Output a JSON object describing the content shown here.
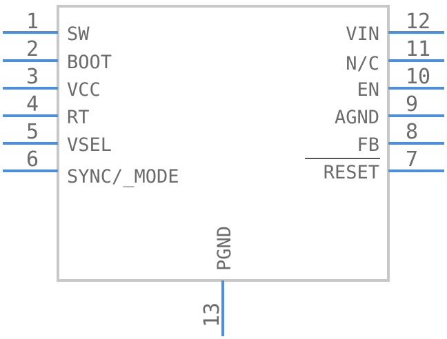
{
  "component": {
    "left_pins": [
      {
        "number": "1",
        "label": "SW"
      },
      {
        "number": "2",
        "label": "BOOT"
      },
      {
        "number": "3",
        "label": "VCC"
      },
      {
        "number": "4",
        "label": "RT"
      },
      {
        "number": "5",
        "label": "VSEL"
      },
      {
        "number": "6",
        "label": "SYNC/_MODE"
      }
    ],
    "right_pins": [
      {
        "number": "12",
        "label": "VIN"
      },
      {
        "number": "11",
        "label": "N/C"
      },
      {
        "number": "10",
        "label": "EN"
      },
      {
        "number": "9",
        "label": "AGND"
      },
      {
        "number": "8",
        "label": "FB"
      },
      {
        "number": "7",
        "label": "RESET",
        "overbar": true
      }
    ],
    "bottom_pins": [
      {
        "number": "13",
        "label": "PGND"
      }
    ],
    "colors": {
      "pin_line": "#4a8fe0",
      "body_outline": "#c8c8c8",
      "text": "#6b6b6b"
    }
  }
}
